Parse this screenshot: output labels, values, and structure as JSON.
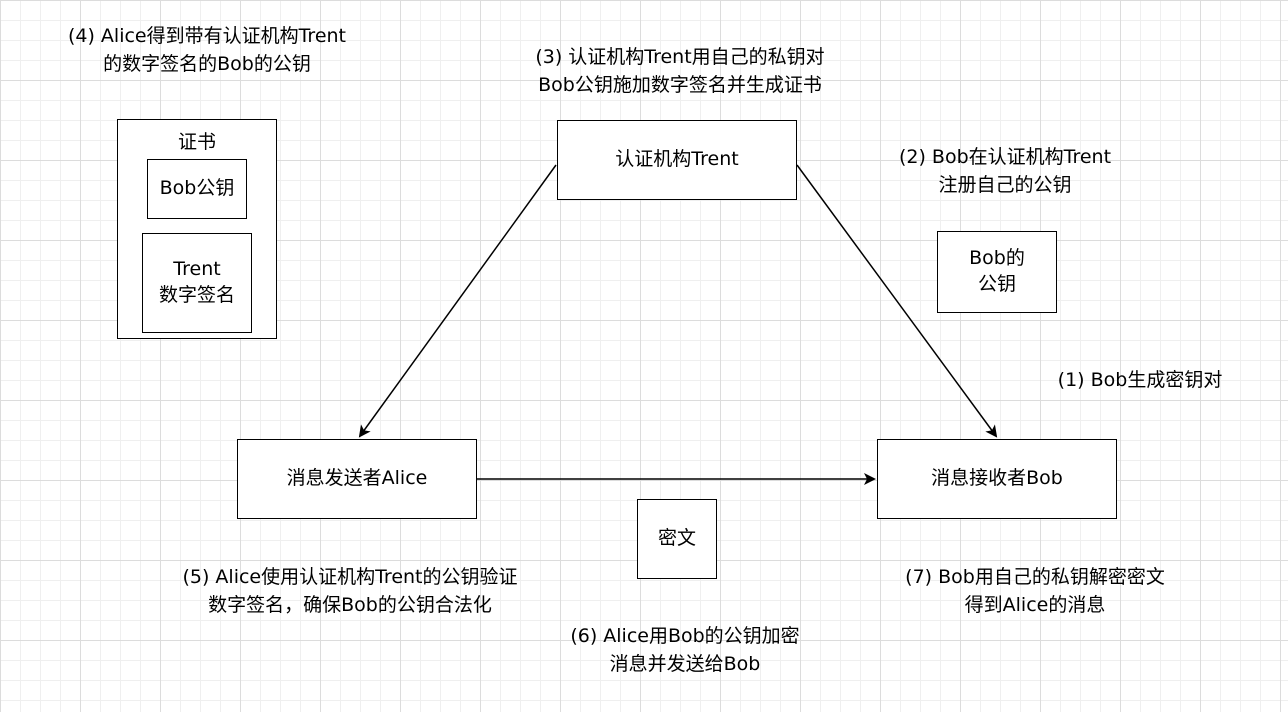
{
  "nodes": {
    "trent": "认证机构Trent",
    "alice": "消息发送者Alice",
    "bob": "消息接收者Bob",
    "bob_key_line1": "Bob的",
    "bob_key_line2": "公钥",
    "ciphertext": "密文",
    "cert_title": "证书",
    "cert_bob_key": "Bob公钥",
    "cert_sig_line1": "Trent",
    "cert_sig_line2": "数字签名"
  },
  "steps": {
    "s1": {
      "line1": "(1) Bob生成密钥对"
    },
    "s2": {
      "line1": "(2) Bob在认证机构Trent",
      "line2": "注册自己的公钥"
    },
    "s3": {
      "line1": "(3) 认证机构Trent用自己的私钥对",
      "line2": "Bob公钥施加数字签名并生成证书"
    },
    "s4": {
      "line1": "(4) Alice得到带有认证机构Trent",
      "line2": "的数字签名的Bob的公钥"
    },
    "s5": {
      "line1": "(5) Alice使用认证机构Trent的公钥验证",
      "line2": "数字签名，确保Bob的公钥合法化"
    },
    "s6": {
      "line1": "(6) Alice用Bob的公钥加密",
      "line2": "消息并发送给Bob"
    },
    "s7": {
      "line1": "(7) Bob用自己的私钥解密密文",
      "line2": "得到Alice的消息"
    }
  }
}
